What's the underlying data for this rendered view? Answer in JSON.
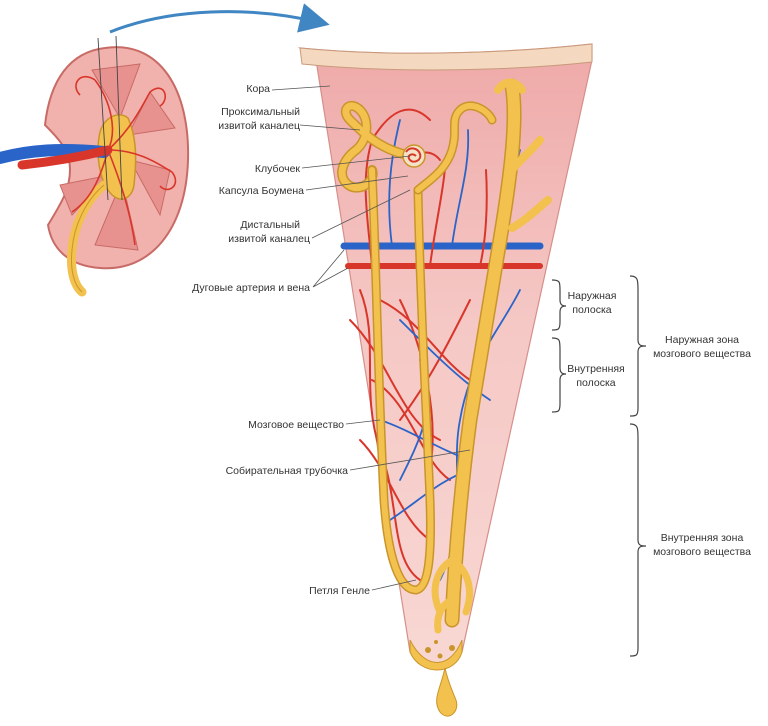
{
  "labels": {
    "cortex": "Кора",
    "proximal_line1": "Проксимальный",
    "proximal_line2": "извитой каналец",
    "glomerulus": "Клубочек",
    "bowman": "Капсула Боумена",
    "distal_line1": "Дистальный",
    "distal_line2": "извитой каналец",
    "arcuate": "Дуговые артерия и вена",
    "medulla": "Мозговое вещество",
    "collecting_duct": "Собирательная трубочка",
    "henle_loop": "Петля Генле",
    "outer_stripe_line1": "Наружная",
    "outer_stripe_line2": "полоска",
    "inner_stripe_line1": "Внутренняя",
    "inner_stripe_line2": "полоска",
    "outer_zone_line1": "Наружная зона",
    "outer_zone_line2": "мозгового вещества",
    "inner_zone_line1": "Внутренняя зона",
    "inner_zone_line2": "мозгового вещества"
  },
  "colors": {
    "cortex_tissue": "#f2b9b6",
    "medulla_tissue": "#f5c6c3",
    "capsule": "#f4d9c0",
    "tubule": "#f2c14e",
    "tubule_outline": "#c9952a",
    "artery": "#d9362b",
    "vein": "#2b64c9",
    "arrow": "#3f86c2"
  }
}
